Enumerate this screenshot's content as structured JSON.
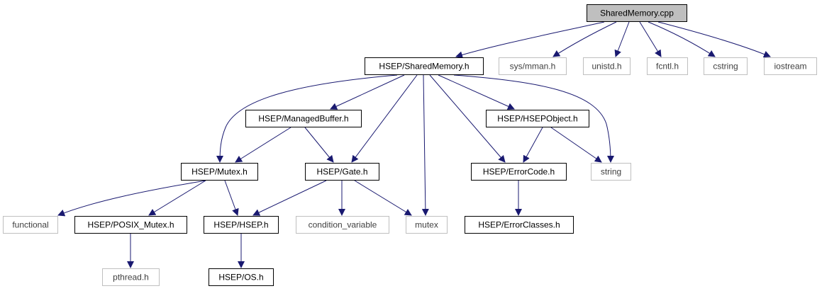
{
  "diagram": {
    "nodes": {
      "root": {
        "label": "SharedMemory.cpp",
        "style": "root"
      },
      "sharedmem_h": {
        "label": "HSEP/SharedMemory.h",
        "style": "local"
      },
      "sysmman": {
        "label": "sys/mman.h",
        "style": "system"
      },
      "unistd": {
        "label": "unistd.h",
        "style": "system"
      },
      "fcntl": {
        "label": "fcntl.h",
        "style": "system"
      },
      "cstring": {
        "label": "cstring",
        "style": "system"
      },
      "iostream": {
        "label": "iostream",
        "style": "system"
      },
      "managedbuf": {
        "label": "HSEP/ManagedBuffer.h",
        "style": "local"
      },
      "hsepobject": {
        "label": "HSEP/HSEPObject.h",
        "style": "local"
      },
      "mutex_h": {
        "label": "HSEP/Mutex.h",
        "style": "local"
      },
      "gate_h": {
        "label": "HSEP/Gate.h",
        "style": "local"
      },
      "errorcode": {
        "label": "HSEP/ErrorCode.h",
        "style": "local"
      },
      "string": {
        "label": "string",
        "style": "system"
      },
      "functional": {
        "label": "functional",
        "style": "system"
      },
      "posixmutex": {
        "label": "HSEP/POSIX_Mutex.h",
        "style": "local"
      },
      "hsep_h": {
        "label": "HSEP/HSEP.h",
        "style": "local"
      },
      "condvar": {
        "label": "condition_variable",
        "style": "system"
      },
      "mutex": {
        "label": "mutex",
        "style": "system"
      },
      "errorclasses": {
        "label": "HSEP/ErrorClasses.h",
        "style": "local"
      },
      "pthread": {
        "label": "pthread.h",
        "style": "system"
      },
      "os_h": {
        "label": "HSEP/OS.h",
        "style": "local"
      }
    },
    "edges": [
      [
        "root",
        "sharedmem_h"
      ],
      [
        "root",
        "sysmman"
      ],
      [
        "root",
        "unistd"
      ],
      [
        "root",
        "fcntl"
      ],
      [
        "root",
        "cstring"
      ],
      [
        "root",
        "iostream"
      ],
      [
        "sharedmem_h",
        "mutex_h"
      ],
      [
        "sharedmem_h",
        "managedbuf"
      ],
      [
        "sharedmem_h",
        "gate_h"
      ],
      [
        "sharedmem_h",
        "mutex"
      ],
      [
        "sharedmem_h",
        "errorcode"
      ],
      [
        "sharedmem_h",
        "hsepobject"
      ],
      [
        "sharedmem_h",
        "string"
      ],
      [
        "managedbuf",
        "mutex_h"
      ],
      [
        "managedbuf",
        "gate_h"
      ],
      [
        "hsepobject",
        "errorcode"
      ],
      [
        "hsepobject",
        "string"
      ],
      [
        "mutex_h",
        "functional"
      ],
      [
        "mutex_h",
        "posixmutex"
      ],
      [
        "mutex_h",
        "hsep_h"
      ],
      [
        "gate_h",
        "hsep_h"
      ],
      [
        "gate_h",
        "condvar"
      ],
      [
        "gate_h",
        "mutex"
      ],
      [
        "errorcode",
        "errorclasses"
      ],
      [
        "posixmutex",
        "pthread"
      ],
      [
        "hsep_h",
        "os_h"
      ]
    ],
    "colors": {
      "edge": "#191970",
      "local_border": "#000000",
      "system_border": "#bfbfbf",
      "system_text": "#3f3f3f",
      "root_fill": "#bfbfbf",
      "text": "#000000"
    }
  }
}
